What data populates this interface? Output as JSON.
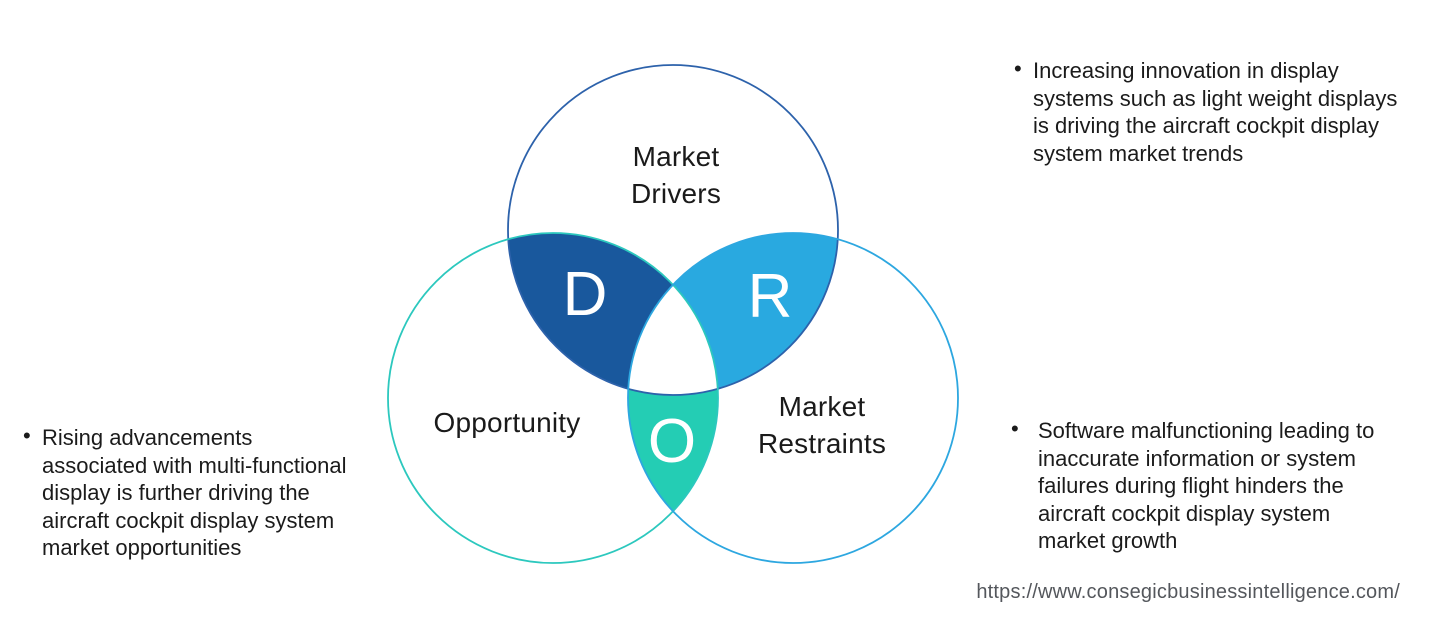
{
  "venn": {
    "drivers": {
      "label": "Market\nDrivers",
      "letter": "D",
      "fill": "#19589D",
      "stroke": "#2d62ab"
    },
    "opportunity": {
      "label": "Opportunity",
      "letter": "O",
      "fill": "#24CDB4",
      "stroke": "#2cc8be"
    },
    "restraints": {
      "label": "Market\nRestraints",
      "letter": "R",
      "fill": "#29A9E0",
      "stroke": "#2da7e0"
    }
  },
  "bullets": {
    "drivers": {
      "marker": "•",
      "text": "Increasing innovation in display\nsystems such as light weight displays\nis driving the aircraft cockpit display\nsystem market trends"
    },
    "restraints": {
      "marker": "•",
      "text": "Software malfunctioning leading to\ninaccurate information or system\nfailures during flight hinders the\naircraft cockpit display system\nmarket growth"
    },
    "opportunity": {
      "marker": "•",
      "text": "Rising advancements\nassociated with multi-functional\ndisplay is further driving the\naircraft cockpit display system\nmarket opportunities"
    }
  },
  "footer": {
    "source_url": "https://www.consegicbusinessintelligence.com/"
  }
}
